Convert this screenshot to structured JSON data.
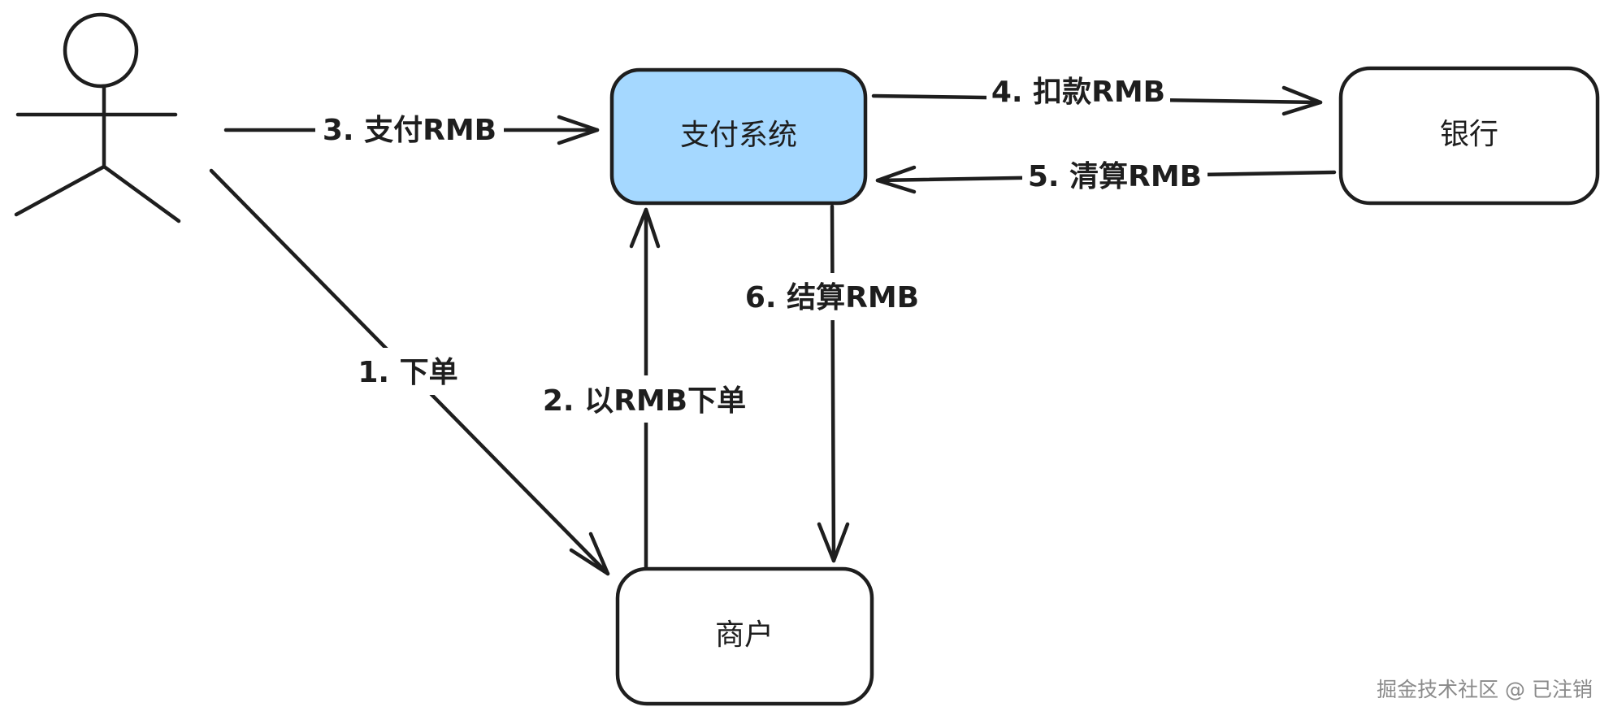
{
  "nodes": {
    "payment_system": {
      "label": "支付系统",
      "fill": "#a5d8ff"
    },
    "bank": {
      "label": "银行"
    },
    "merchant": {
      "label": "商户"
    },
    "user": {
      "label": ""
    }
  },
  "edges": {
    "e1": {
      "label": "1. 下单"
    },
    "e2": {
      "label": "2. 以RMB下单"
    },
    "e3": {
      "label": "3. 支付RMB"
    },
    "e4": {
      "label": "4. 扣款RMB"
    },
    "e5": {
      "label": "5. 清算RMB"
    },
    "e6": {
      "label": "6. 结算RMB"
    }
  },
  "watermark": "掘金技术社区 @ 已注销",
  "colors": {
    "stroke": "#1e1e1e",
    "highlight_fill": "#a5d8ff",
    "background": "#ffffff"
  }
}
